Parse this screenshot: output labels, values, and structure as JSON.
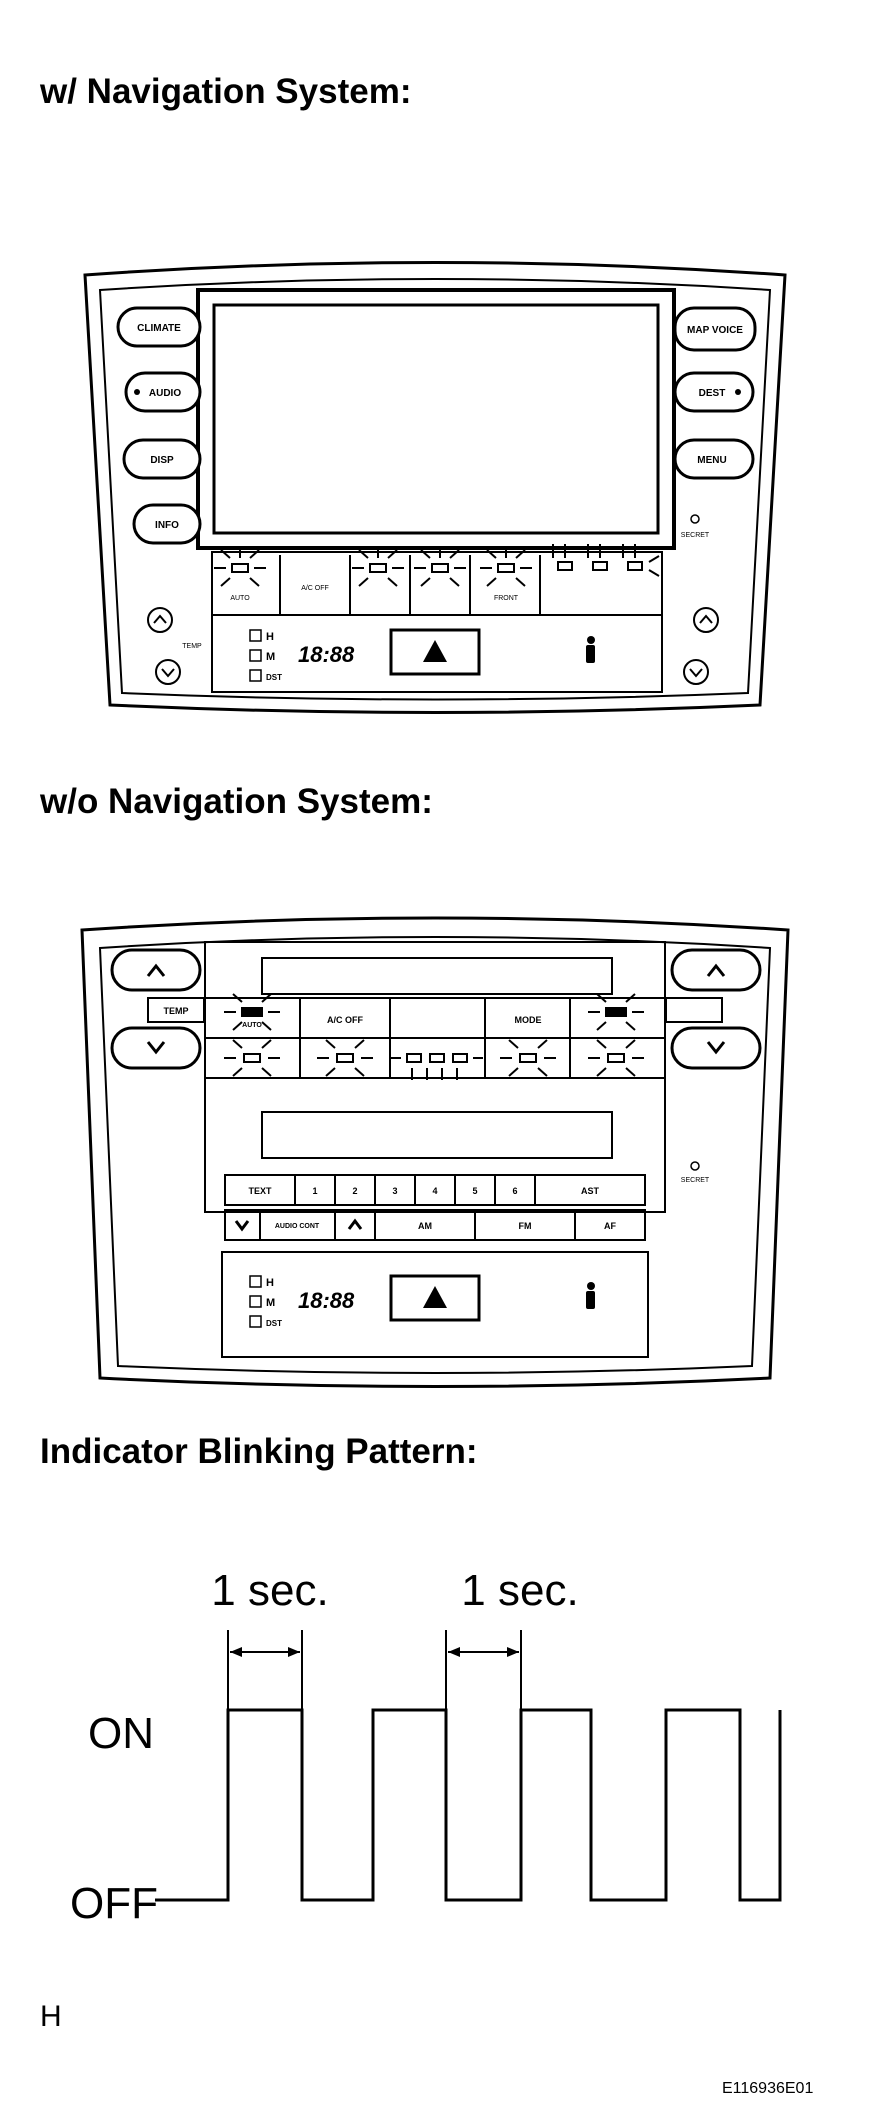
{
  "headings": {
    "with_nav": "w/ Navigation System:",
    "without_nav": "w/o Navigation System:",
    "pattern": "Indicator Blinking Pattern:"
  },
  "with_nav_panel": {
    "left_buttons": [
      "CLIMATE",
      "AUDIO",
      "DISP",
      "INFO"
    ],
    "right_buttons": [
      "MAP VOICE",
      "DEST",
      "MENU"
    ],
    "secret_label": "SECRET",
    "temp_label": "TEMP",
    "mode_labels": [
      "H",
      "M",
      "DST"
    ],
    "clock": "18:88",
    "hvac_labels": [
      "AUTO",
      "A/C OFF",
      "",
      "",
      "FRONT",
      "",
      "",
      ""
    ]
  },
  "without_nav_panel": {
    "temp_label": "TEMP",
    "preset_row": [
      "TEXT",
      "1",
      "2",
      "3",
      "4",
      "5",
      "6",
      "AST"
    ],
    "bottom_row": [
      "",
      "AUDIO CONT",
      "",
      "AM",
      "FM",
      "AF"
    ],
    "secret_label": "SECRET",
    "mode_labels": [
      "H",
      "M",
      "DST"
    ],
    "clock": "18:88",
    "hvac_labels": [
      "AUTO",
      "A/C OFF",
      "",
      "MODE",
      ""
    ]
  },
  "timing_chart": {
    "interval_labels": [
      "1 sec.",
      "1 sec."
    ],
    "y_labels": [
      "ON",
      "OFF"
    ],
    "states": [
      "OFF",
      "ON",
      "OFF",
      "ON",
      "OFF",
      "ON",
      "OFF",
      "ON",
      "OFF",
      "ON",
      "OFF"
    ]
  },
  "footer": {
    "left_code": "H",
    "figure_id": "E116936E01"
  },
  "icons": [
    "hazard-icon",
    "seat-belt-icon",
    "chevron-up-icon",
    "chevron-down-icon",
    "blink-burst-icon"
  ]
}
